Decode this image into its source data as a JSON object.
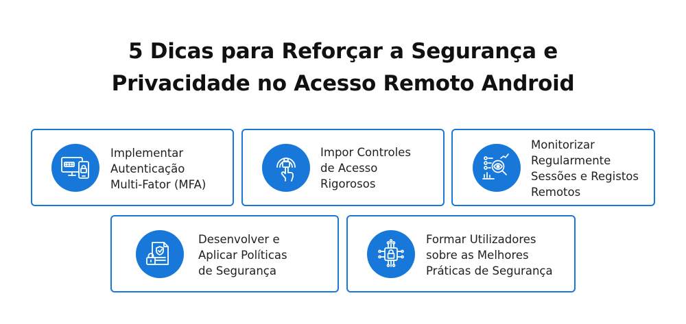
{
  "title": {
    "line1": "5 Dicas para Reforçar a Segurança e",
    "line2": "Privacidade no Acesso Remoto Android"
  },
  "cards": [
    {
      "icon": "mfa-devices-icon",
      "lines": [
        "Implementar",
        "Autenticação",
        "Multi-Fator (MFA)"
      ]
    },
    {
      "icon": "touch-access-icon",
      "lines": [
        "Impor Controles",
        "de Acesso",
        "Rigorosos"
      ]
    },
    {
      "icon": "monitoring-magnifier-icon",
      "lines": [
        "Monitorizar",
        "Regularmente",
        "Sessões e Registos",
        "Remotos"
      ]
    },
    {
      "icon": "security-policy-document-icon",
      "lines": [
        "Desenvolver e",
        "Aplicar Políticas",
        "de Segurança"
      ]
    },
    {
      "icon": "training-chip-lock-icon",
      "lines": [
        "Formar Utilizadores",
        "sobre as Melhores",
        "Práticas de Segurança"
      ]
    }
  ],
  "colors": {
    "accent": "#1878da",
    "border": "#1877d8",
    "text": "#1f1f1f",
    "title": "#111111"
  }
}
